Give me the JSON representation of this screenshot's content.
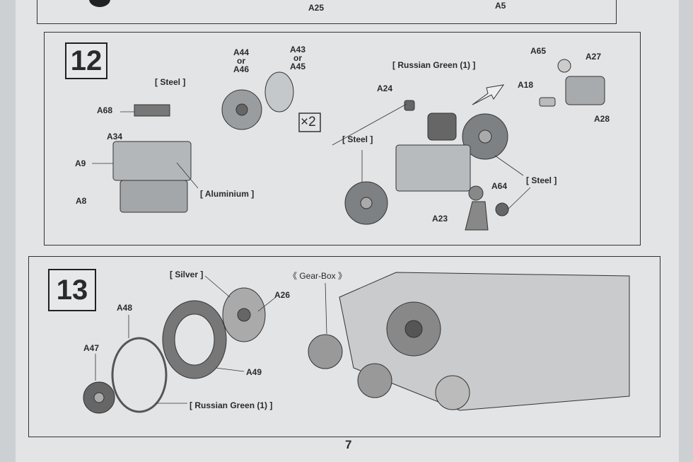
{
  "top_step": {
    "labels": [
      "A25",
      "A5"
    ]
  },
  "step12": {
    "number": "12",
    "labels": {
      "a44": "A44",
      "or1": "or",
      "a46": "A46",
      "a43": "A43",
      "or2": "or",
      "a45": "A45",
      "steel1": "[ Steel ]",
      "a68": "A68",
      "a34": "A34",
      "a9": "A9",
      "a8": "A8",
      "aluminium": "[ Aluminium ]",
      "x2": "×2",
      "russian_green": "[ Russian Green (1) ]",
      "a24": "A24",
      "steel2": "[ Steel ]",
      "a65": "A65",
      "a27": "A27",
      "a18": "A18",
      "a28": "A28",
      "a64": "A64",
      "steel3": "[ Steel ]",
      "a23": "A23"
    }
  },
  "step13": {
    "number": "13",
    "labels": {
      "silver": "[ Silver ]",
      "a26": "A26",
      "a48": "A48",
      "a47": "A47",
      "a49": "A49",
      "russian_green": "[ Russian Green (1) ]",
      "gearbox": "《 Gear-Box 》"
    }
  },
  "page_number": "7"
}
